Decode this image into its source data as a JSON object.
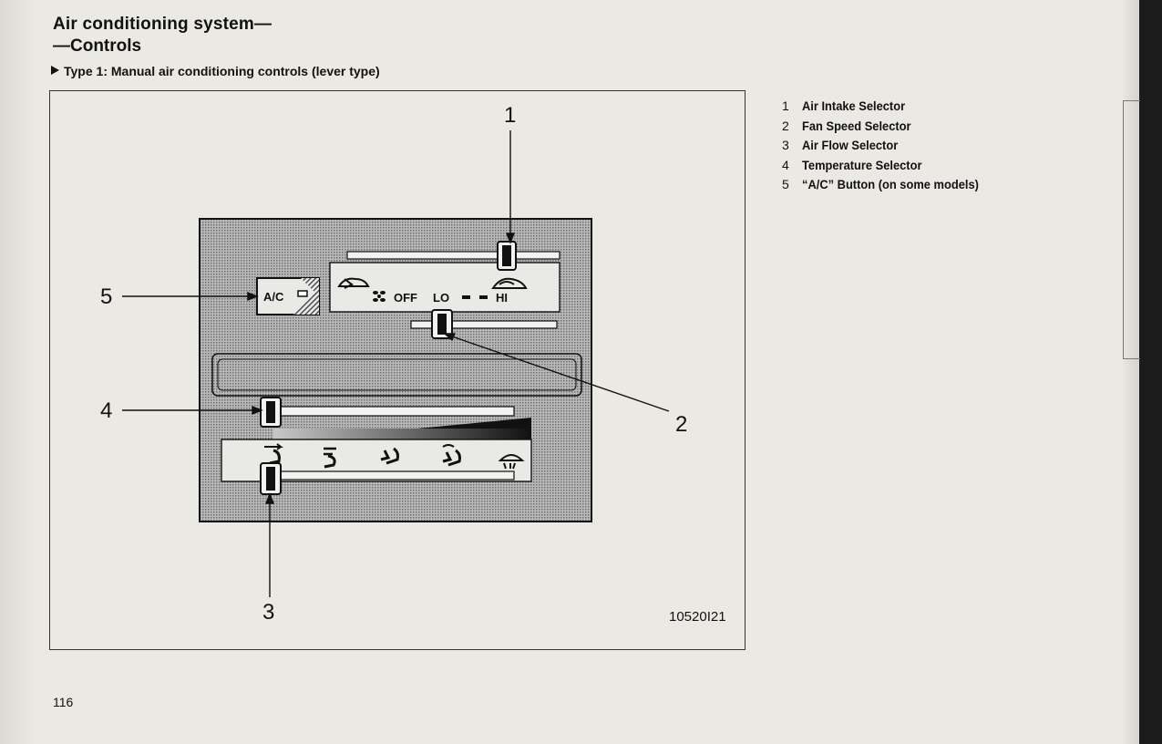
{
  "header": {
    "title_line1": "Air conditioning system—",
    "title_line2": "—Controls",
    "subtitle": "Type 1: Manual air conditioning controls (lever type)"
  },
  "figure": {
    "code": "10520I21",
    "callouts": [
      "1",
      "2",
      "3",
      "4",
      "5"
    ],
    "panel": {
      "ac_button_label": "A/C",
      "fan_labels": {
        "off": "OFF",
        "lo": "LO",
        "hi": "HI"
      },
      "fan_icon": "fan-icon",
      "intake_icons": [
        "fresh-air-icon",
        "recirculate-air-icon"
      ],
      "airflow_icons": [
        "face-vent-icon",
        "bi-level-icon",
        "feet-icon",
        "feet-defrost-icon",
        "defrost-icon"
      ]
    }
  },
  "legend": [
    {
      "num": "1",
      "label": "Air Intake Selector"
    },
    {
      "num": "2",
      "label": "Fan Speed Selector"
    },
    {
      "num": "3",
      "label": "Air Flow Selector"
    },
    {
      "num": "4",
      "label": "Temperature Selector"
    },
    {
      "num": "5",
      "label": "“A/C” Button (on some models)"
    }
  ],
  "page_number": "116",
  "colors": {
    "panel_shade": "#8a8a8a",
    "ink": "#111111",
    "paper": "#e8e6e1"
  }
}
